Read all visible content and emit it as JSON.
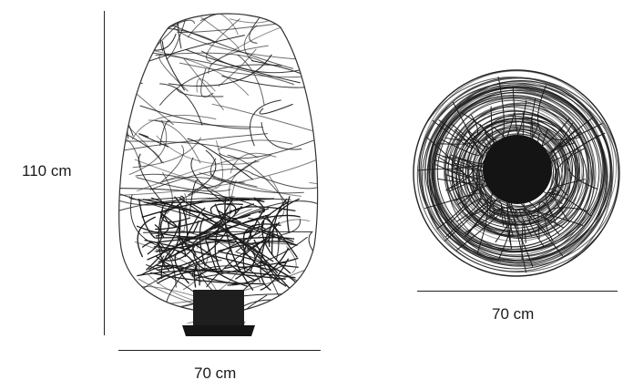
{
  "dimensions": {
    "side_height": "110 cm",
    "side_width": "70 cm",
    "top_width": "70 cm"
  },
  "colors": {
    "wire": "#1c1c1c",
    "center": "#141414",
    "background": "#ffffff"
  }
}
